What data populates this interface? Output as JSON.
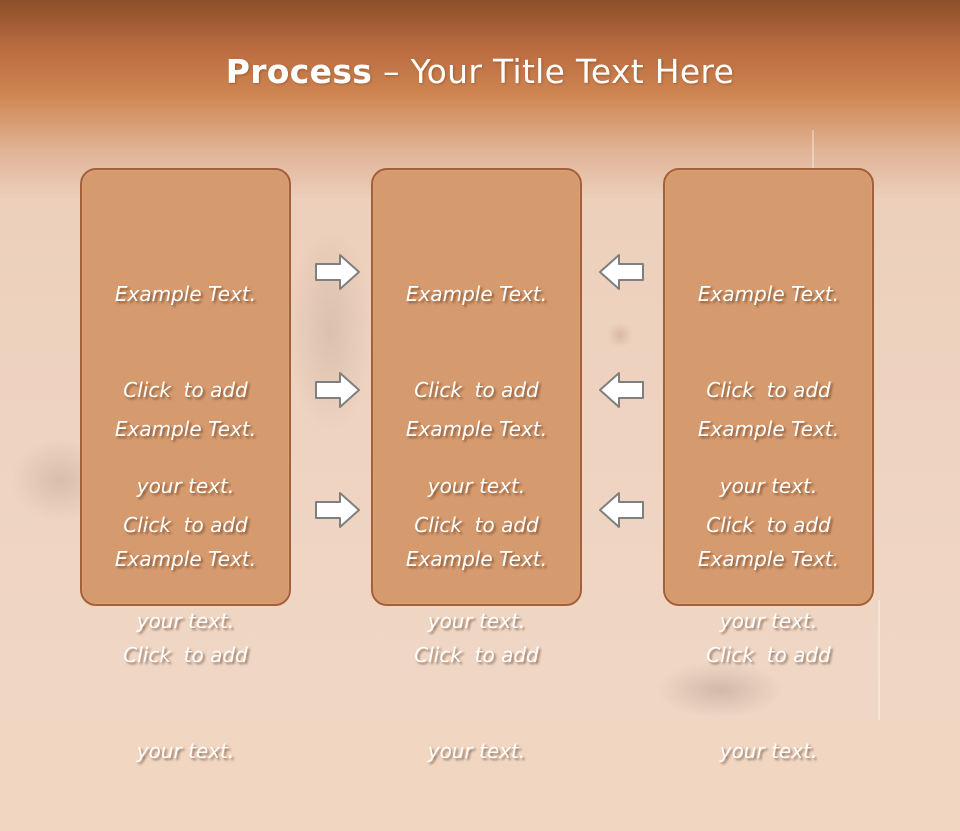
{
  "slide": {
    "title_bold": "Process",
    "title_rest": " – Your Title Text Here"
  },
  "columns": [
    {
      "items": [
        {
          "line1": "Example Text.",
          "line2": "Click  to add",
          "line3": "your text."
        },
        {
          "line1": "Example Text.",
          "line2": "Click  to add",
          "line3": "your text."
        },
        {
          "line1": "Example Text.",
          "line2": "Click  to add",
          "line3": "your text."
        }
      ]
    },
    {
      "items": [
        {
          "line1": "Example Text.",
          "line2": "Click  to add",
          "line3": "your text."
        },
        {
          "line1": "Example Text.",
          "line2": "Click  to add",
          "line3": "your text."
        },
        {
          "line1": "Example Text.",
          "line2": "Click  to add",
          "line3": "your text."
        }
      ]
    },
    {
      "items": [
        {
          "line1": "Example Text.",
          "line2": "Click  to add",
          "line3": "your text."
        },
        {
          "line1": "Example Text.",
          "line2": "Click  to add",
          "line3": "your text."
        },
        {
          "line1": "Example Text.",
          "line2": "Click  to add",
          "line3": "your text."
        }
      ]
    }
  ],
  "arrows": {
    "left_group": "right-arrow-icon",
    "right_group": "left-arrow-icon"
  },
  "colors": {
    "box_fill": "#d59a6e",
    "box_border": "#a4603a",
    "header": "#c47a48",
    "text": "#ffffff"
  }
}
